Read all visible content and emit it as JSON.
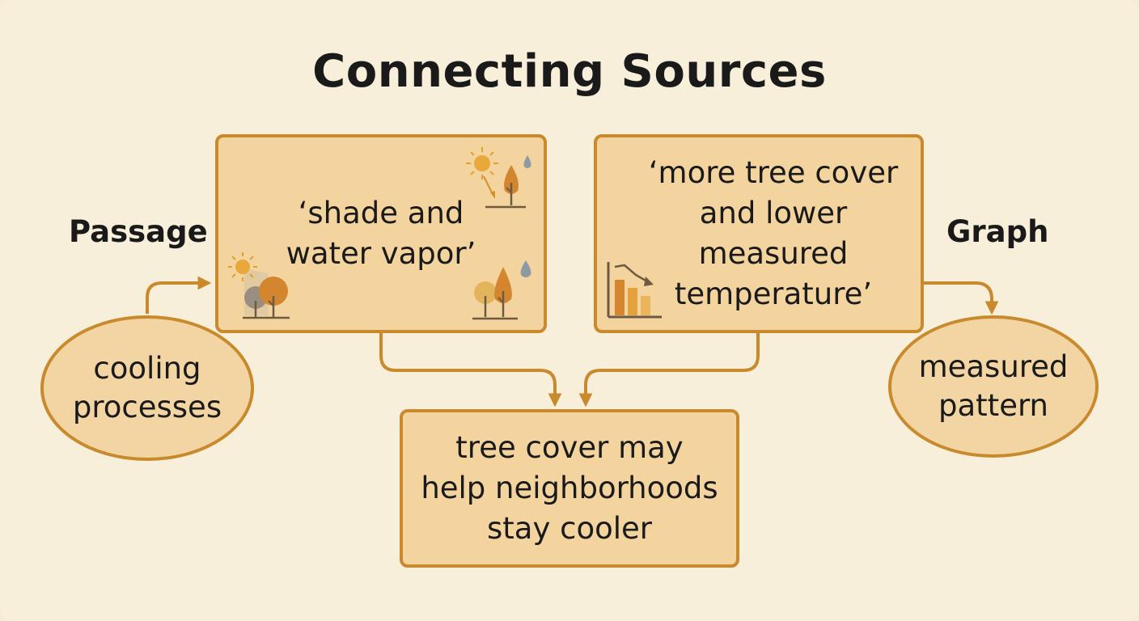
{
  "title": "Connecting Sources",
  "labels": {
    "passage": "Passage",
    "graph": "Graph"
  },
  "nodes": {
    "passage_quote": "‘shade and\nwater vapor’",
    "graph_quote": "‘more tree cover\nand lower\nmeasured\ntemperature’",
    "cooling": "cooling\nprocesses",
    "measured": "measured\npattern",
    "conclusion": "tree cover may\nhelp neighborhoods\nstay cooler"
  },
  "icons": [
    "sun-icon",
    "tree-icon",
    "water-drop-icon",
    "bar-chart-down-icon"
  ],
  "colors": {
    "accent": "#c88a2c",
    "box_fill": "#f4d49e",
    "background": "#f8efda"
  }
}
